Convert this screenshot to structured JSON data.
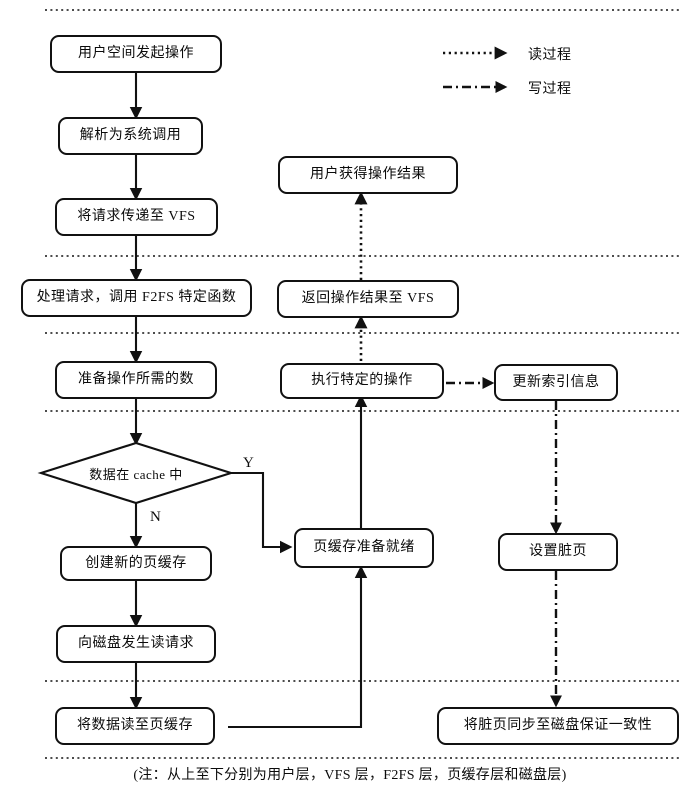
{
  "figure": {
    "caption": "(注：从上至下分别为用户层，VFS 层，F2FS 层，页缓存层和磁盘层)",
    "legend": [
      {
        "key": "read",
        "label": "读过程",
        "style": "dotted-arrow"
      },
      {
        "key": "write",
        "label": "写过程",
        "style": "dashdot-arrow"
      }
    ]
  },
  "nodes": {
    "user_start": "用户空间发起操作",
    "parse_syscall": "解析为系统调用",
    "pass_to_vfs": "将请求传递至 VFS",
    "handle_request": "处理请求，调用 F2FS 特定函数",
    "prepare_data": "准备操作所需的数",
    "decision_cache": "数据在 cache 中",
    "create_page_cache": "创建新的页缓存",
    "disk_read_request": "向磁盘发生读请求",
    "read_into_page_cache": "将数据读至页缓存",
    "page_cache_ready": "页缓存准备就绪",
    "execute_operation": "执行特定的操作",
    "return_result_vfs": "返回操作结果至 VFS",
    "user_gets_result": "用户获得操作结果",
    "update_index": "更新索引信息",
    "set_dirty_page": "设置脏页",
    "sync_dirty_page": "将脏页同步至磁盘保证一致性"
  },
  "edge_labels": {
    "yes": "Y",
    "no": "N"
  },
  "colors": {
    "stroke": "#111111",
    "background": "#ffffff",
    "text": "#0b0b0b"
  }
}
